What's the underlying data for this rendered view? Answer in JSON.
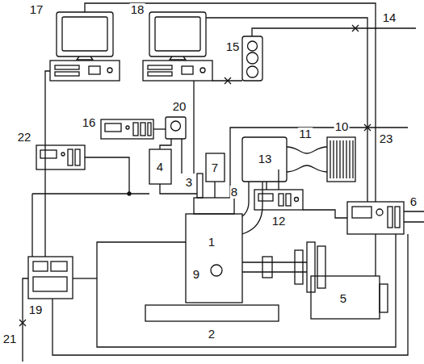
{
  "diagram": {
    "labels": [
      "17",
      "18",
      "14",
      "15",
      "16",
      "20",
      "23",
      "4",
      "3",
      "7",
      "13",
      "11",
      "10",
      "22",
      "12",
      "6",
      "8",
      "1",
      "9",
      "19",
      "21",
      "2",
      "5"
    ]
  }
}
